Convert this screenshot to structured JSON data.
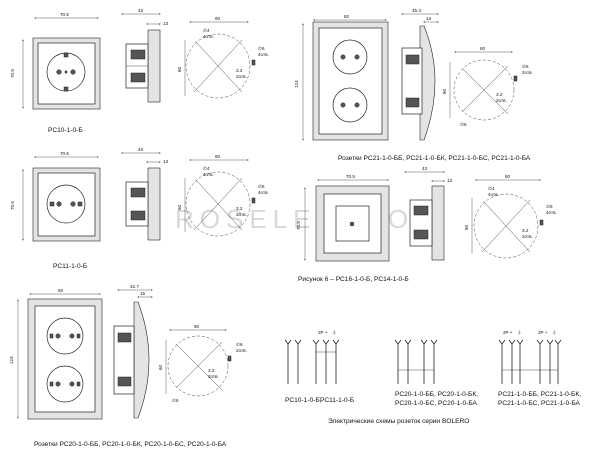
{
  "watermark": "ROSELECTRO",
  "sockets": {
    "pc10": {
      "caption": "РС10-1-0-Б",
      "front_w": "70.5",
      "front_h": "70.5",
      "side_d": "43",
      "side_d2": "13",
      "diam": "60",
      "hole1": "∅4",
      "hole1_n": "4отв.",
      "hole2": "∅6",
      "hole2_n": "4отв.",
      "hole3": "3.2",
      "hole3_n": "2отв.",
      "h60": "60"
    },
    "pc11": {
      "caption": "РС11-1-0-Б",
      "front_w": "70.5",
      "front_h": "70.5",
      "side_d": "43",
      "side_d2": "13",
      "diam": "60",
      "hole1": "∅4",
      "hole1_n": "4отв.",
      "hole2": "∅6",
      "hole2_n": "4отв.",
      "hole3": "3.2",
      "hole3_n": "2отв.",
      "h60": "60"
    },
    "pc21": {
      "caption": "Розетки РС21-1-0-ББ, РС21-1-0-БК, РС21-1-0-БС, РС21-1-0-БА",
      "front_w": "82",
      "front_h": "124",
      "side_d": "45.3",
      "side_d2": "13",
      "diam": "60",
      "hole1": "∅6",
      "hole1_n": "2отв.",
      "hole3": "3.2",
      "hole3_n": "2отв.",
      "hole4": "∅6",
      "h60": "60"
    },
    "pc16": {
      "caption": "Рисунок 6 – РС16-1-0-Б, РС14-1-0-Б",
      "front_w": "70.5",
      "front_h": "70.5",
      "side_d": "43",
      "side_d2": "13",
      "diam": "60",
      "hole1": "∅4",
      "hole1_n": "4отв.",
      "hole2": "∅6",
      "hole2_n": "4отв.",
      "hole3": "3.2",
      "hole3_n": "2отв.",
      "h60": "60"
    },
    "pc20": {
      "caption": "Розетки РС20-1-0-ББ, РС20-1-0-БК, РС20-1-0-БС, РС20-1-0-БА",
      "front_w": "82",
      "front_h": "124",
      "side_d": "42.7",
      "side_d2": "15",
      "diam": "60",
      "hole1": "∅6",
      "hole1_n": "2отв.",
      "hole3": "3.2",
      "hole3_n": "2отв.",
      "hole4": "∅6",
      "h60": "60"
    }
  },
  "schemes": {
    "caption": "Электрические схемы розеток серии BOLERO",
    "label_2p": "2P +",
    "groups": [
      {
        "line1": "РС10-1-0-Б,",
        "line1b": "РС11-1-0-Б"
      },
      {
        "line1": "РС20-1-0-ББ, РС20-1-0-БК,",
        "line2": "РС20-1-0-БС, РС20-1-0-БА"
      },
      {
        "line1": "РС21-1-0-ББ, РС21-1-0-БК,",
        "line2": "РС21-1-0-БС, РС21-1-0-БА"
      }
    ]
  }
}
